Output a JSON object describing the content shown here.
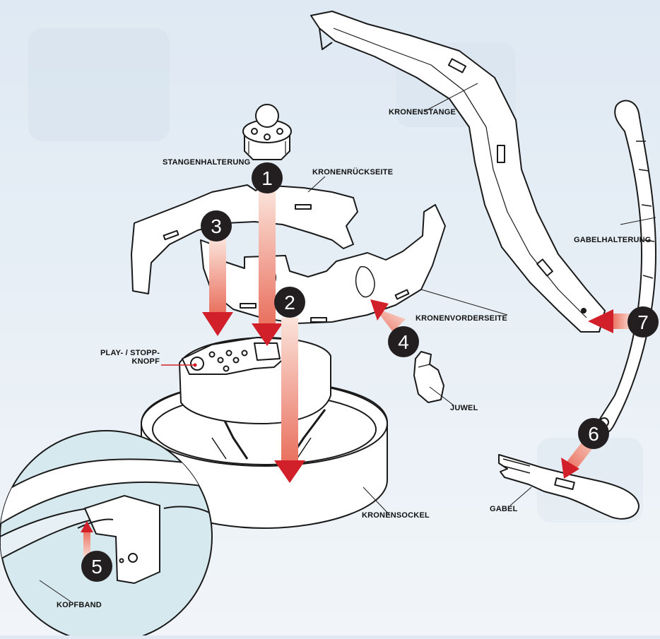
{
  "labels": {
    "stangenhalterung": "STANGENHALTERUNG",
    "kronenrueckseite": "KRONENRÜCKSEITE",
    "kronenstange": "KRONENSTANGE",
    "gabelhalterung": "GABELHALTERUNG",
    "kronenvorderseite": "KRONENVORDERSEITE",
    "play_stopp_line1": "PLAY- / STOPP-",
    "play_stopp_line2": "KNOPF",
    "juwel": "JUWEL",
    "kronensockel": "KRONENSOCKEL",
    "gabel": "GABEL",
    "kopfband": "KOPFBAND"
  },
  "steps": [
    "1",
    "2",
    "3",
    "4",
    "5",
    "6",
    "7"
  ],
  "colors": {
    "arrow_red": "#d2202a",
    "arrow_tail": "#f2b7a8",
    "step_badge": "#231f20",
    "outline": "#1a1a1a",
    "part_fill": "#ffffff",
    "inset_fill": "#d6e9ef"
  }
}
